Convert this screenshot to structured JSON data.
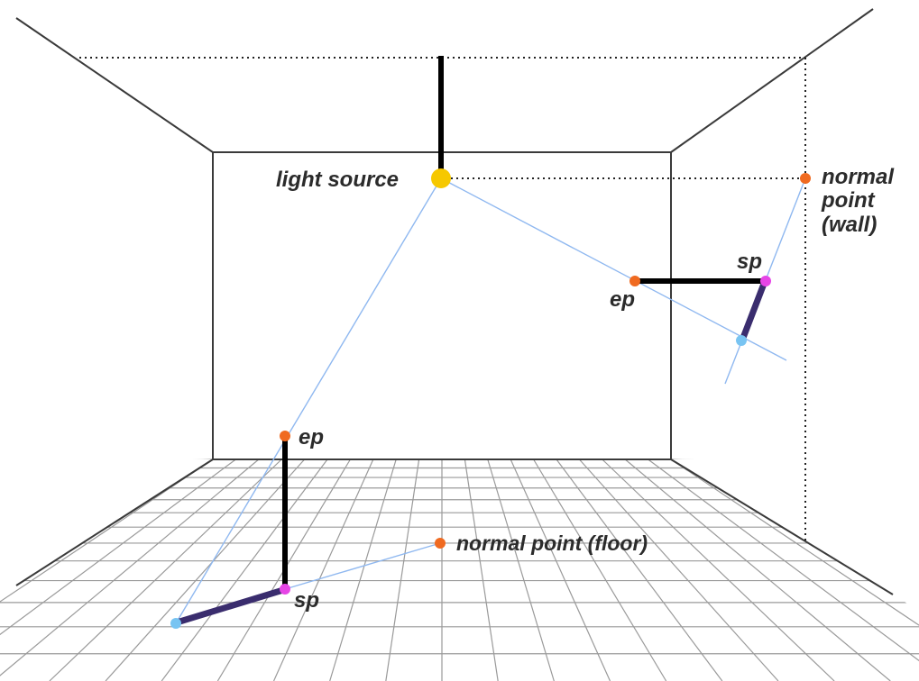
{
  "labels": {
    "light_source": "light source",
    "normal_point_wall": [
      "normal",
      "point",
      "(wall)"
    ],
    "normal_point_floor": "normal point (floor)",
    "wall_ep": "ep",
    "wall_sp": "sp",
    "floor_ep": "ep",
    "floor_sp": "sp"
  },
  "colors": {
    "room_lines": "#3a3a3a",
    "grid_lines": "#9a9a9a",
    "dotted_lines": "#222222",
    "light_rays": "#8fb8f0",
    "light_source": "#f6c800",
    "endpoint": "#f06a20",
    "shadow_point": "#e645e6",
    "projection_point": "#78c4f2",
    "pole": "#000000",
    "shadow": "#3a2d6e"
  }
}
